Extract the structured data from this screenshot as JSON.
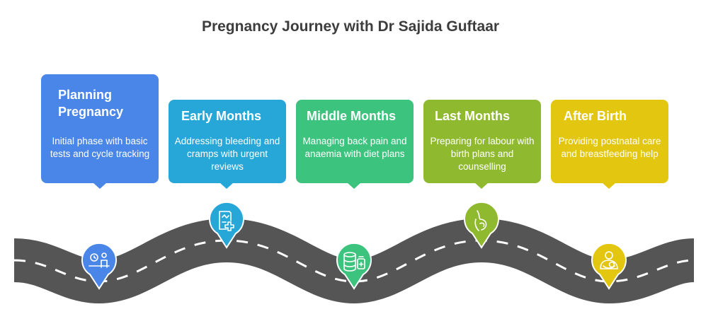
{
  "title": "Pregnancy Journey with Dr Sajida Guftaar",
  "stages": [
    {
      "heading": "Planning Pregnancy",
      "description": "Initial phase with basic tests and cycle tracking",
      "color": "#4a86e8",
      "icon": "consultation-icon"
    },
    {
      "heading": "Early Months",
      "description": "Addressing bleeding and cramps with urgent reviews",
      "color": "#27a7d8",
      "icon": "medical-report-icon"
    },
    {
      "heading": "Middle Months",
      "description": "Managing back pain and anaemia with diet plans",
      "color": "#3cc37d",
      "icon": "supplements-icon"
    },
    {
      "heading": "Last Months",
      "description": "Preparing for labour with birth plans and counselling",
      "color": "#8fba2f",
      "icon": "pregnant-belly-icon"
    },
    {
      "heading": "After Birth",
      "description": "Providing postnatal care and breastfeeding help",
      "color": "#e2c60f",
      "icon": "mother-baby-icon"
    }
  ]
}
